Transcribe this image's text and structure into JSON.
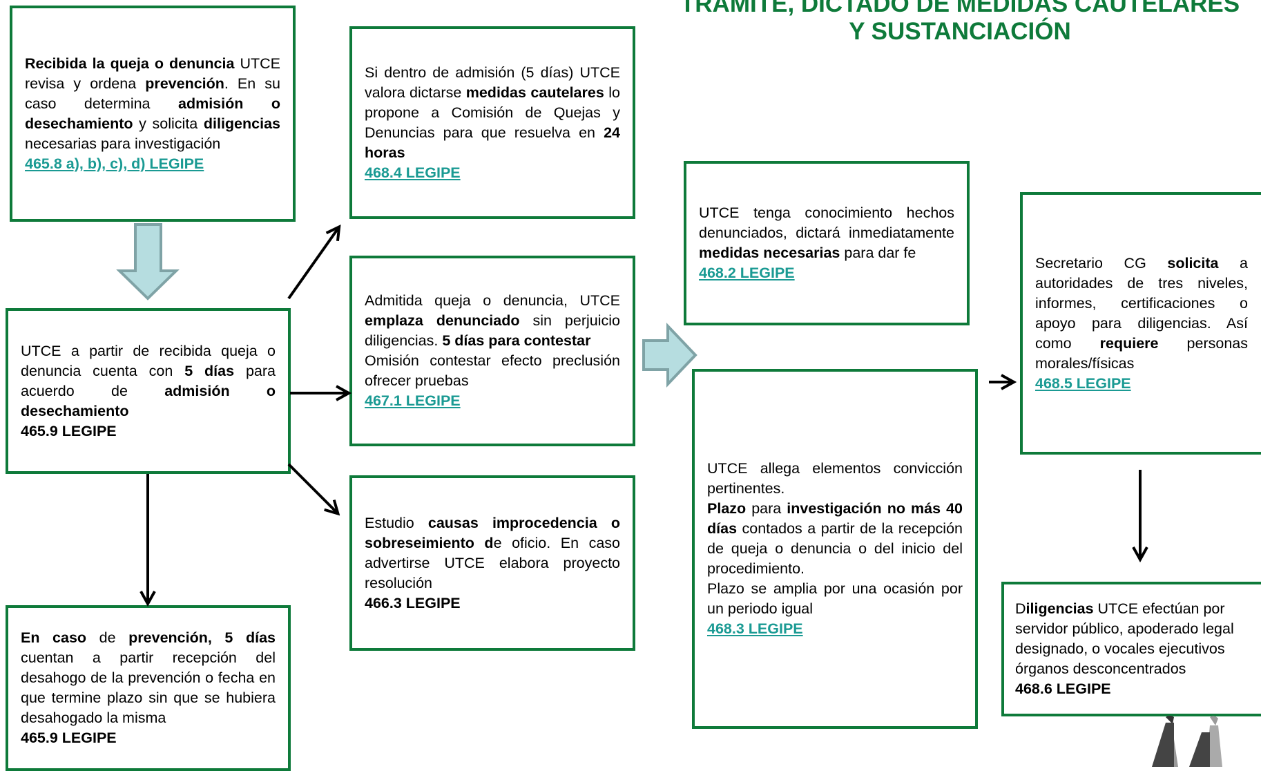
{
  "title": {
    "line1": "TRÁMITE, DICTADO DE MEDIDAS CAUTELARES",
    "line2": "Y SUSTANCIACIÓN"
  },
  "boxes": {
    "recibida": {
      "p1_b": "Recibida la queja o denuncia",
      "p1_t1": " UTCE revisa y ordena ",
      "p1_b2": "prevención",
      "p1_t2": ". En su caso determina ",
      "p1_b3": "admisión o desechamiento",
      "p1_t3": " y solicita ",
      "p1_b4": "diligencias",
      "p1_t4": " necesarias para investigación",
      "ref": "465.8 a), b), c), d) LEGIPE"
    },
    "plazo_admision": {
      "t1": "UTCE a partir de recibida queja o denuncia  cuenta con ",
      "b1": "5 días",
      "t2": " para acuerdo de ",
      "b2": "admisión o desechamiento",
      "ref": "465.9 LEGIPE"
    },
    "prevencion": {
      "b1": "En caso",
      "t1": " de ",
      "b2": "prevención, 5 días",
      "t2": " cuentan a partir recepción del desahogo de la prevención o fecha en que termine plazo sin que se hubiera desahogado la misma",
      "ref": " 465.9 LEGIPE"
    },
    "cautelares": {
      "t1": "Si dentro de admisión (5 días) UTCE valora dictarse ",
      "b1": "medidas cautelares",
      "t2": " lo propone a Comisión de Quejas y Denuncias para que resuelva en ",
      "b2": "24 horas",
      "ref": "468.4 LEGIPE"
    },
    "emplaza": {
      "t1": "Admitida queja o denuncia, UTCE ",
      "b1": "emplaza denunciado",
      "t2": " sin perjuicio diligencias. ",
      "b2": "5 días para contestar",
      "t3": "Omisión contestar efecto preclusión ofrecer pruebas",
      "ref": "467.1 LEGIPE"
    },
    "improcedencia": {
      "t1": "Estudio ",
      "b1": "causas improcedencia o sobreseimiento d",
      "t2": "e oficio. En caso  advertirse UTCE elabora proyecto resolución",
      "ref": "466.3 LEGIPE"
    },
    "conocimiento": {
      "t1": "UTCE tenga conocimiento hechos denunciados, dictará inmediatamente ",
      "b1": "medidas necesarias",
      "t2": " para dar fe",
      "ref": "468.2 LEGIPE"
    },
    "allega": {
      "t1": "UTCE allega elementos convicción pertinentes.",
      "b1": "Plazo",
      "t2": " para ",
      "b2": "investigación no más 40 días",
      "t3": " contados a partir de la recepción de queja o denuncia o del inicio del procedimiento.",
      "t4": "Plazo se amplia por una ocasión por un periodo igual",
      "ref": "468.3 LEGIPE"
    },
    "secretario": {
      "t1": "Secretario CG ",
      "b1": "solicita",
      "t2": " a autoridades de tres niveles, informes, certificaciones o apoyo para  diligencias. Así como ",
      "b2": "requiere",
      "t3": " personas morales/físicas",
      "ref": "468.5 LEGIPE"
    },
    "diligencias": {
      "t1": "D",
      "b1": "iligencias",
      "t2": " UTCE efectúan por servidor público, apoderado legal designado, o vocales ejecutivos órganos desconcentrados",
      "ref": "468.6 LEGIPE"
    }
  },
  "colors": {
    "border_green": "#0e7a3a",
    "title_green": "#0e7a3a",
    "link_teal": "#1a9a93",
    "block_arrow_fill": "#b6dde0",
    "block_arrow_stroke": "#7fa3a6"
  }
}
